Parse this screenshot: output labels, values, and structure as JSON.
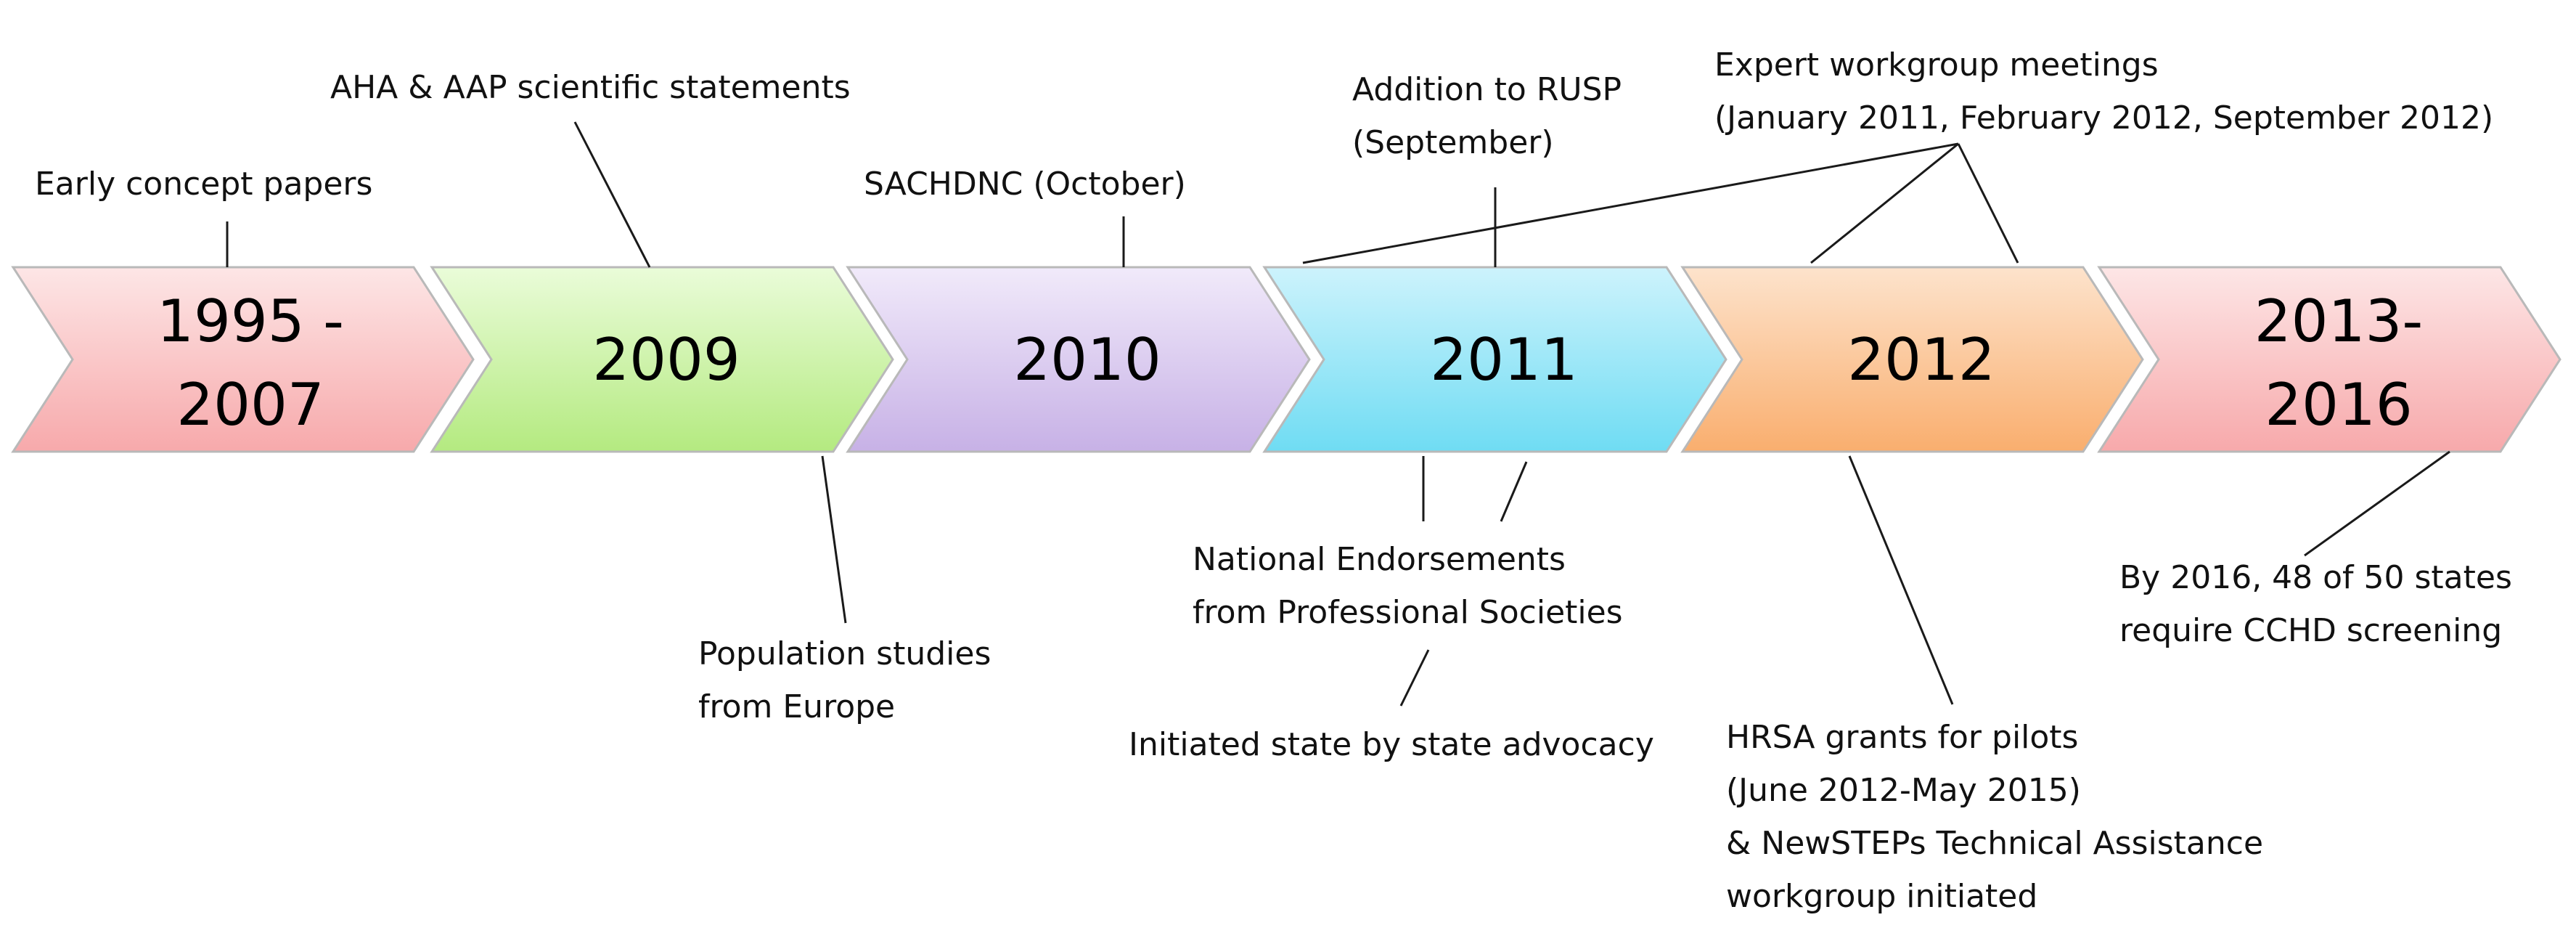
{
  "stages": [
    {
      "id": "1995-2007",
      "lines": [
        "1995 -",
        "2007"
      ],
      "color": "#f6b2b4"
    },
    {
      "id": "2009",
      "lines": [
        "2009"
      ],
      "color": "#c4ef9a"
    },
    {
      "id": "2010",
      "lines": [
        "2010"
      ],
      "color": "#d6c4ec"
    },
    {
      "id": "2011",
      "lines": [
        "2011"
      ],
      "color": "#a8e6f7"
    },
    {
      "id": "2012",
      "lines": [
        "2012"
      ],
      "color": "#fbc596"
    },
    {
      "id": "2013-2016",
      "lines": [
        "2013-",
        "2016"
      ],
      "color": "#f6b2b4"
    }
  ],
  "annotations": {
    "early_concept": [
      "Early concept papers"
    ],
    "aha_aap": [
      "AHA & AAP scientific statements"
    ],
    "sachdnc": [
      "SACHDNC (October)"
    ],
    "rusp": [
      "Addition to RUSP",
      "(September)"
    ],
    "expert_meetings": [
      "Expert workgroup meetings",
      "(January 2011,  February 2012,  September 2012)"
    ],
    "population_studies": [
      "Population studies",
      "from Europe"
    ],
    "national_endorsements": [
      "National Endorsements",
      "from Professional Societies"
    ],
    "state_advocacy": [
      "Initiated state by state advocacy"
    ],
    "hrsa": [
      "HRSA grants for pilots",
      "(June 2012-May 2015)",
      "& NewSTEPs Technical Assistance",
      "workgroup initiated"
    ],
    "by_2016": [
      "By 2016,  48 of 50  states",
      "require CCHD screening"
    ]
  }
}
